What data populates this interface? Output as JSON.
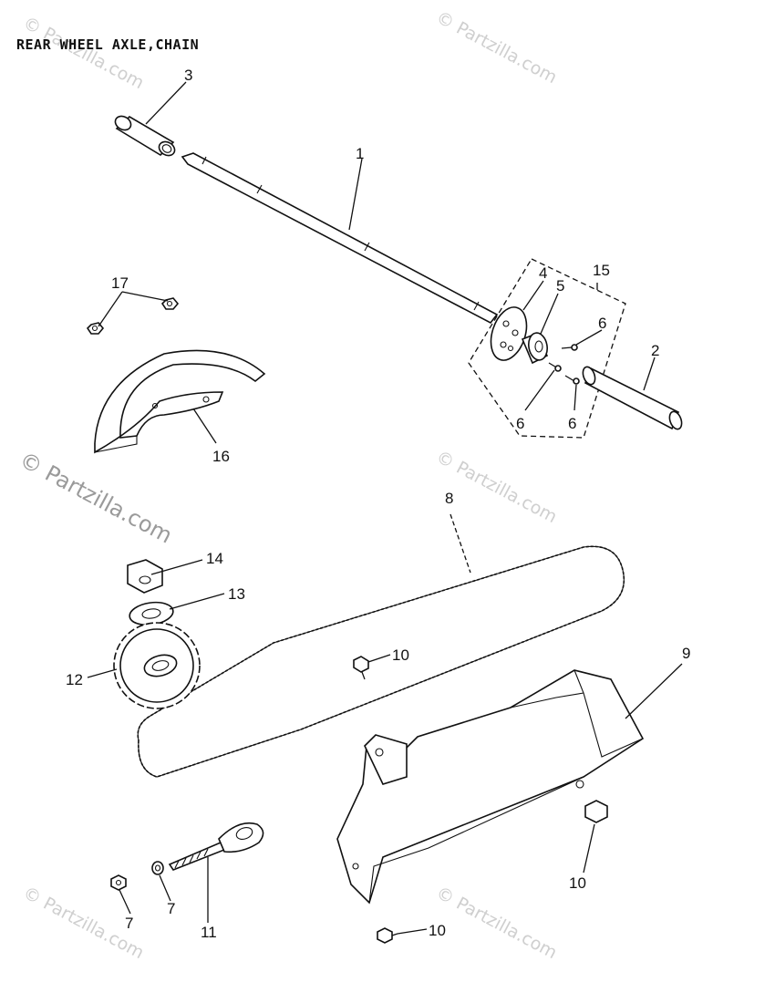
{
  "title": "REAR WHEEL AXLE,CHAIN",
  "watermark": "© Partzilla.com",
  "callouts": {
    "c1": "1",
    "c2": "2",
    "c3": "3",
    "c4": "4",
    "c5": "5",
    "c6a": "6",
    "c6b": "6",
    "c6c": "6",
    "c7a": "7",
    "c7b": "7",
    "c8": "8",
    "c9": "9",
    "c10a": "10",
    "c10b": "10",
    "c10c": "10",
    "c11": "11",
    "c12": "12",
    "c13": "13",
    "c14": "14",
    "c15": "15",
    "c16": "16",
    "c17": "17"
  },
  "parts": [
    {
      "ref": "1",
      "name": "axle"
    },
    {
      "ref": "2",
      "name": "collar"
    },
    {
      "ref": "3",
      "name": "collar"
    },
    {
      "ref": "4",
      "name": "sprocket"
    },
    {
      "ref": "5",
      "name": "hub"
    },
    {
      "ref": "6",
      "name": "bolt"
    },
    {
      "ref": "7",
      "name": "nut"
    },
    {
      "ref": "8",
      "name": "chain"
    },
    {
      "ref": "9",
      "name": "chain-guard"
    },
    {
      "ref": "10",
      "name": "bolt"
    },
    {
      "ref": "11",
      "name": "chain-adjuster"
    },
    {
      "ref": "12",
      "name": "sprocket"
    },
    {
      "ref": "13",
      "name": "washer"
    },
    {
      "ref": "14",
      "name": "nut"
    },
    {
      "ref": "15",
      "name": "sprocket-assembly"
    },
    {
      "ref": "16",
      "name": "sprocket-cover"
    },
    {
      "ref": "17",
      "name": "nut"
    }
  ]
}
